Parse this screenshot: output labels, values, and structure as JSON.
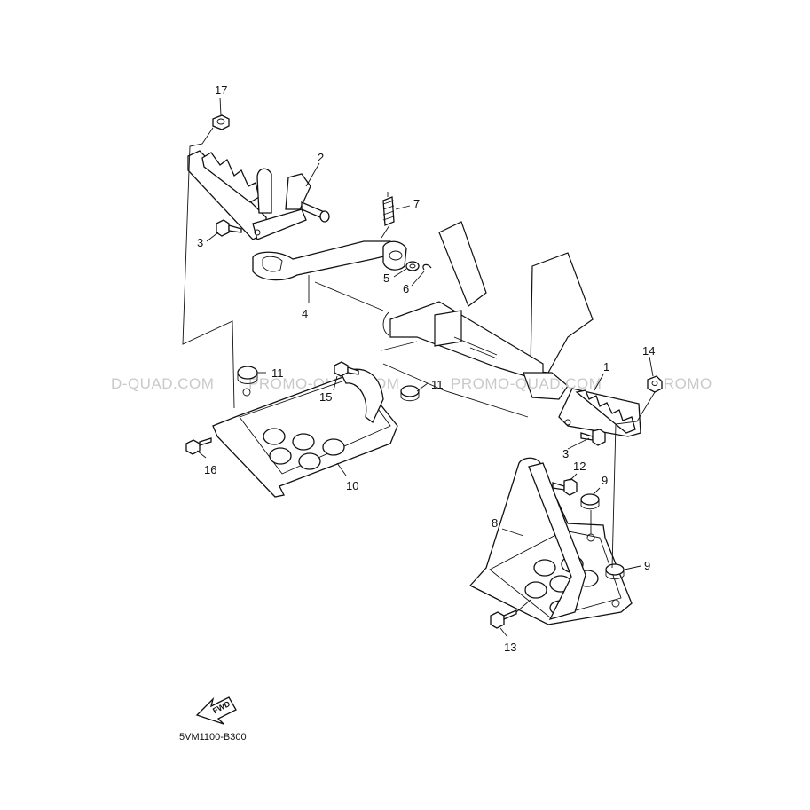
{
  "callouts": {
    "p1": "1",
    "p2": "2",
    "p3a": "3",
    "p3b": "3",
    "p4": "4",
    "p5": "5",
    "p6": "6",
    "p7": "7",
    "p8": "8",
    "p9a": "9",
    "p9b": "9",
    "p10": "10",
    "p11a": "11",
    "p11b": "11",
    "p12": "12",
    "p13": "13",
    "p14": "14",
    "p15": "15",
    "p16": "16",
    "p17": "17"
  },
  "watermark": {
    "w1": "D-QUAD.COM",
    "w2": "PROMO-QUAD.COM",
    "w3": "PROMO-QUAD.COM",
    "w4": "PROMO"
  },
  "fwd_label": "FWD",
  "diagram_code": "5VM1100-B300",
  "colors": {
    "line": "#111111",
    "watermark": "#c9c9c9",
    "background": "#ffffff"
  },
  "icons": {
    "direction": "fwd-arrow-icon"
  }
}
